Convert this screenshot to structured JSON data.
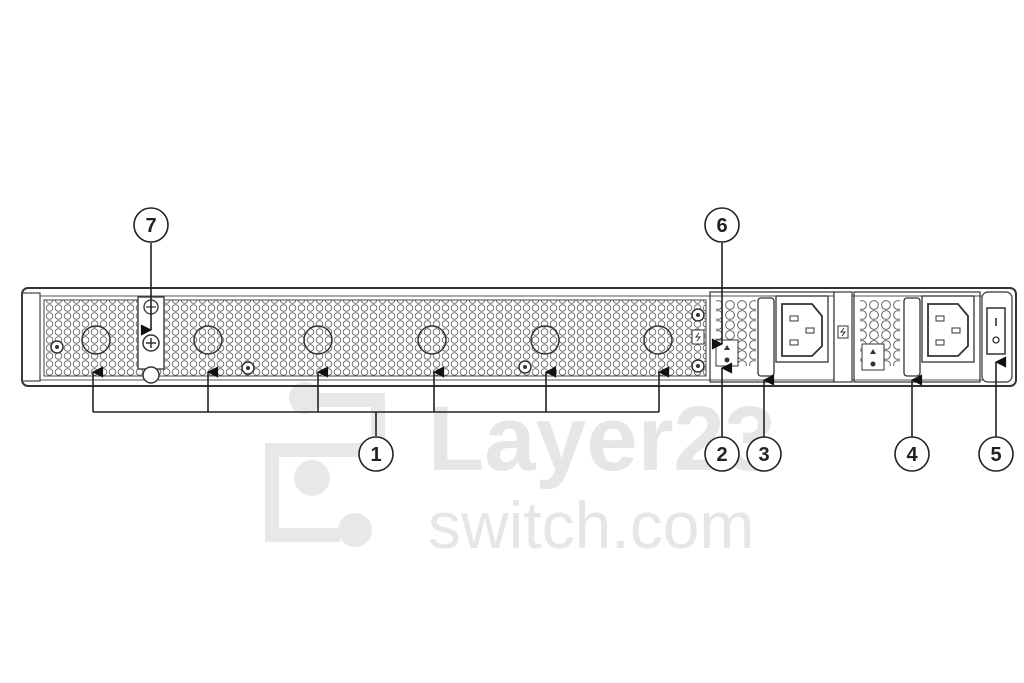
{
  "diagram": {
    "type": "hardware-rear-panel",
    "description": "Network switch rear panel with fan modules, dual power supplies and power switch",
    "colors": {
      "line": "#333333",
      "grille": "#555555",
      "watermark": "#e6e6e6",
      "background": "#ffffff"
    }
  },
  "watermark": {
    "line1": "Layer23",
    "line2": "switch.com"
  },
  "callouts": [
    {
      "id": "1",
      "label": "1",
      "target": "fan-modules"
    },
    {
      "id": "2",
      "label": "2",
      "target": "psu-1-status-led"
    },
    {
      "id": "3",
      "label": "3",
      "target": "psu-1-handle"
    },
    {
      "id": "4",
      "label": "4",
      "target": "psu-2-handle"
    },
    {
      "id": "5",
      "label": "5",
      "target": "power-switch"
    },
    {
      "id": "6",
      "label": "6",
      "target": "psu-1-status-indicator"
    },
    {
      "id": "7",
      "label": "7",
      "target": "grounding-screw"
    }
  ],
  "power_switch": {
    "on_symbol": "I",
    "off_symbol": "O"
  }
}
